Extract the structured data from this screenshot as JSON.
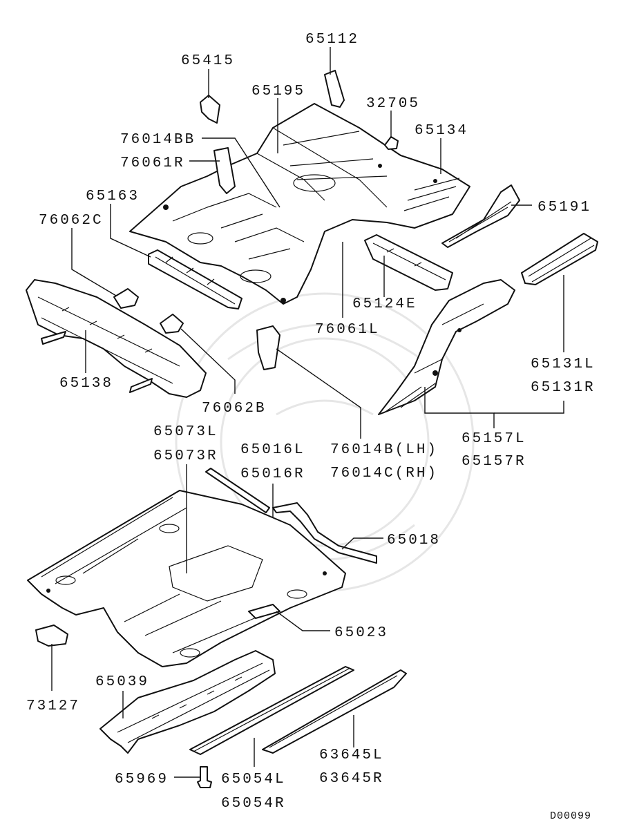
{
  "diagram_id": "D00099",
  "labels": {
    "p65112": "65112",
    "p65415": "65415",
    "p65195": "65195",
    "p32705": "32705",
    "p65134": "65134",
    "p76014BB": "76014BB",
    "p76061R": "76061R",
    "p65163": "65163",
    "p65191": "65191",
    "p76062C": "76062C",
    "p65124E": "65124E",
    "p76061L": "76061L",
    "p65138": "65138",
    "p65131L": "65131L",
    "p65131R": "65131R",
    "p76062B": "76062B",
    "p65073L": "65073L",
    "p65073R": "65073R",
    "p65016L": "65016L",
    "p65016R": "65016R",
    "p76014B": "76014B(LH)",
    "p76014C": "76014C(RH)",
    "p65157L": "65157L",
    "p65157R": "65157R",
    "p65018": "65018",
    "p65023": "65023",
    "p73127": "73127",
    "p65039": "65039",
    "p63645L": "63645L",
    "p63645R": "63645R",
    "p65969": "65969",
    "p65054L": "65054L",
    "p65054R": "65054R"
  }
}
